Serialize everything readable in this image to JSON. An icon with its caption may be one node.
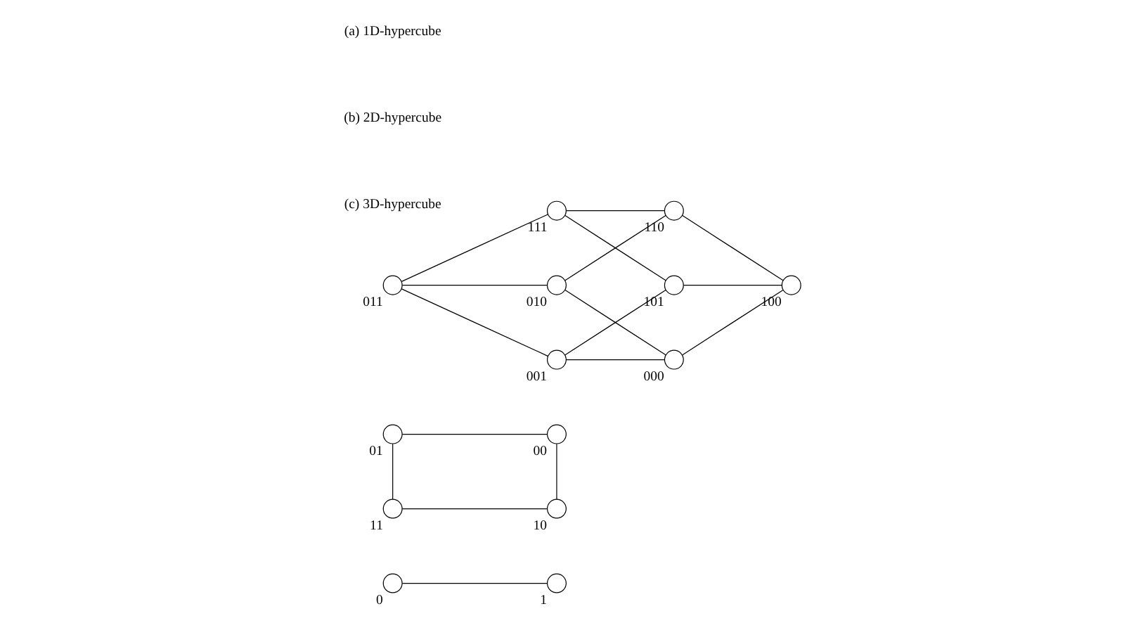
{
  "diagram": {
    "nodes": [
      {
        "text": [],
        "shape": "circle",
        "beside": [
          "0"
        ]
      },
      {
        "text": [],
        "shape": "circle",
        "beside": [
          "1"
        ]
      },
      {
        "text": [],
        "shape": "circle",
        "beside": [
          "01"
        ]
      },
      {
        "text": [],
        "shape": "circle",
        "beside": [
          "11"
        ]
      },
      {
        "text": [],
        "shape": "circle",
        "beside": [
          "00"
        ]
      },
      {
        "text": [],
        "shape": "circle",
        "beside": [
          "10"
        ]
      },
      {
        "text": [],
        "shape": "circle",
        "beside": [
          "011"
        ]
      },
      {
        "text": [],
        "shape": "circle",
        "beside": [
          "111"
        ]
      },
      {
        "text": [],
        "shape": "circle",
        "beside": [
          "010"
        ]
      },
      {
        "text": [],
        "shape": "circle",
        "beside": [
          "110"
        ]
      },
      {
        "text": [],
        "shape": "circle",
        "beside": [
          "001"
        ]
      },
      {
        "text": [],
        "shape": "circle",
        "beside": [
          "101"
        ]
      },
      {
        "text": [],
        "shape": "circle",
        "beside": [
          "000"
        ]
      },
      {
        "text": [],
        "shape": "circle",
        "beside": [
          "100"
        ]
      }
    ],
    "edges": [
      {
        "from": 0,
        "to": 1,
        "arrow": "none"
      },
      {
        "from": 2,
        "to": 3,
        "arrow": "none"
      },
      {
        "from": 2,
        "to": 4,
        "arrow": "none"
      },
      {
        "from": 3,
        "to": 5,
        "arrow": "none"
      },
      {
        "from": 4,
        "to": 5,
        "arrow": "none"
      },
      {
        "from": 6,
        "to": 7,
        "arrow": "none"
      },
      {
        "from": 6,
        "to": 8,
        "arrow": "none"
      },
      {
        "from": 7,
        "to": 9,
        "arrow": "none"
      },
      {
        "from": 8,
        "to": 9,
        "arrow": "none"
      },
      {
        "from": 6,
        "to": 10,
        "arrow": "none"
      },
      {
        "from": 7,
        "to": 11,
        "arrow": "none"
      },
      {
        "from": 8,
        "to": 12,
        "arrow": "none"
      },
      {
        "from": 9,
        "to": 13,
        "arrow": "none"
      },
      {
        "from": 10,
        "to": 11,
        "arrow": "none"
      },
      {
        "from": 10,
        "to": 12,
        "arrow": "none"
      },
      {
        "from": 11,
        "to": 13,
        "arrow": "none"
      },
      {
        "from": 12,
        "to": 13,
        "arrow": "none"
      }
    ],
    "labels": [
      "(a) 1D-hypercube",
      "(b) 2D-hypercube",
      "(c) 3D-hypercube"
    ]
  }
}
